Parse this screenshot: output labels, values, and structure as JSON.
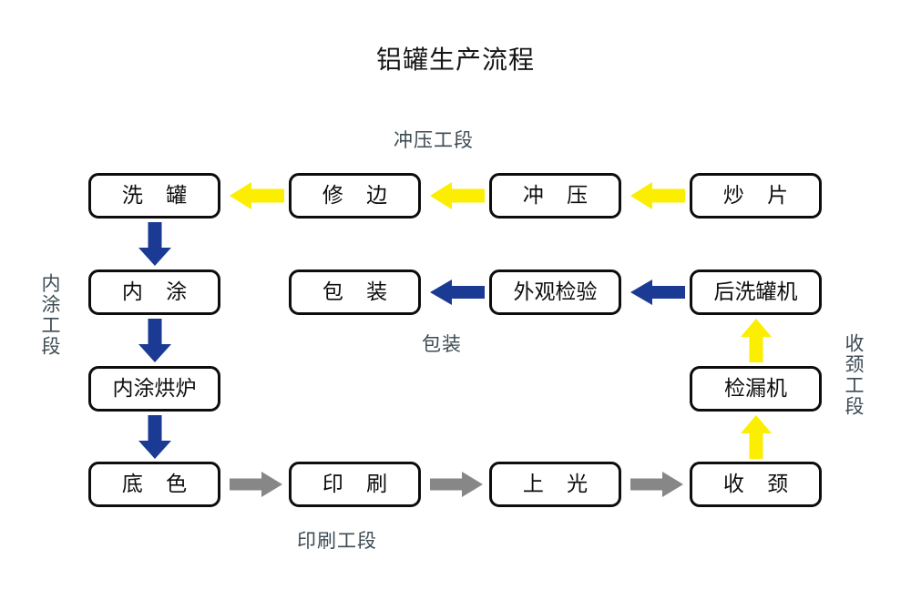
{
  "title": "铝罐生产流程",
  "colors": {
    "yellow": "#FBEE00",
    "blue": "#1B3A93",
    "gray": "#878787",
    "box_border": "#0d0d0d",
    "text": "#0d0d0d",
    "segment_label": "#3d4b54",
    "background": "#ffffff"
  },
  "nodes": {
    "xi_guan": {
      "label": "洗 罐"
    },
    "xiu_bian": {
      "label": "修 边"
    },
    "chong_ya": {
      "label": "冲 压"
    },
    "chao_pian": {
      "label": "炒 片"
    },
    "nei_tu": {
      "label": "内 涂"
    },
    "bao_zhuang": {
      "label": "包 装"
    },
    "wai_guan_jian_yan": {
      "label": "外观检验"
    },
    "hou_xi_guan_ji": {
      "label": "后洗罐机"
    },
    "nei_tu_hong_lu": {
      "label": "内涂烘炉"
    },
    "jian_lou_ji": {
      "label": "检漏机"
    },
    "di_se": {
      "label": "底 色"
    },
    "yin_shua": {
      "label": "印 刷"
    },
    "shang_guang": {
      "label": "上 光"
    },
    "shou_jing": {
      "label": "收 颈"
    }
  },
  "segments": {
    "stamping": {
      "label": "冲压工段"
    },
    "packaging": {
      "label": "包装"
    },
    "printing": {
      "label": "印刷工段"
    },
    "interior_coating": {
      "label": "内涂工段"
    },
    "necking": {
      "label": "收颈工段"
    }
  },
  "flow": {
    "row1_direction": "right-to-left",
    "row1_arrow_color": "yellow",
    "row2_direction": "right-to-left",
    "row2_arrow_color": "blue",
    "row4_direction": "left-to-right",
    "row4_arrow_color": "gray",
    "left_column_direction": "downward",
    "left_column_arrow_color": "blue",
    "right_column_direction": "upward",
    "right_column_arrow_color": "yellow",
    "sequence": [
      "炒 片",
      "冲 压",
      "修 边",
      "洗 罐",
      "内 涂",
      "内涂烘炉",
      "底 色",
      "印 刷",
      "上 光",
      "收 颈",
      "检漏机",
      "后洗罐机",
      "外观检验",
      "包 装"
    ]
  }
}
